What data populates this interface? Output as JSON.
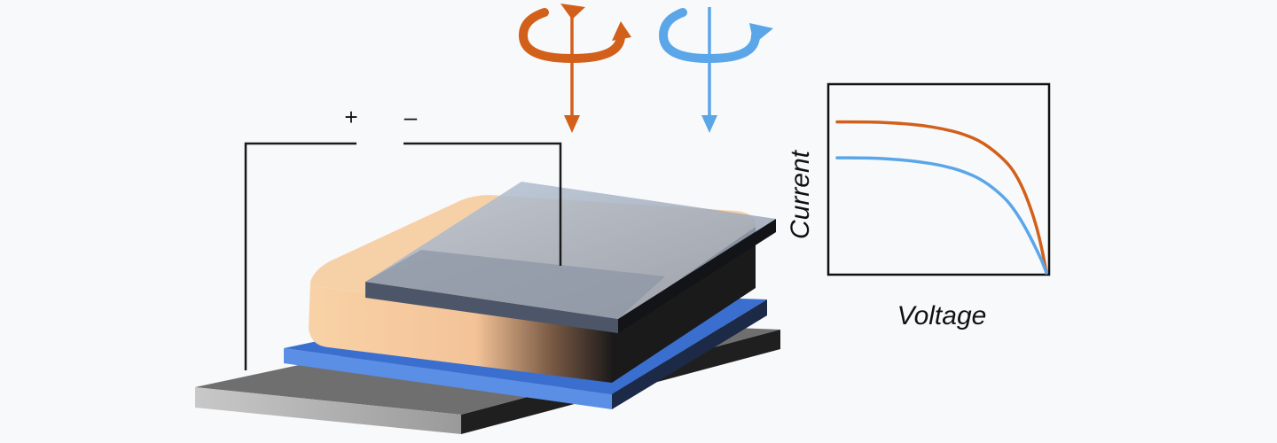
{
  "circuit": {
    "positive_symbol": "+",
    "negative_symbol": "–"
  },
  "light": {
    "left_color": "#d2601a",
    "right_color": "#5aa6e8",
    "left_rotation": "counterclockwise",
    "right_rotation": "clockwise"
  },
  "device": {
    "layers": [
      {
        "name": "substrate",
        "color": "#6f6f6f"
      },
      {
        "name": "bottom-electrode",
        "color": "#4f86dc"
      },
      {
        "name": "active-layer",
        "color": "#f5cfa5"
      },
      {
        "name": "top-glass",
        "color": "#8a94a6"
      },
      {
        "name": "top-electrode",
        "color": "#5d6678"
      }
    ]
  },
  "chart_data": {
    "type": "line",
    "title": "",
    "xlabel": "Voltage",
    "ylabel": "Current",
    "xlim": [
      0,
      1
    ],
    "ylim": [
      0,
      1
    ],
    "grid": false,
    "legend": "none",
    "x_ticks_shown": false,
    "y_ticks_shown": false,
    "series": [
      {
        "color": "#d2601a",
        "x": [
          0,
          0.1,
          0.2,
          0.3,
          0.4,
          0.5,
          0.6,
          0.7,
          0.8,
          0.85,
          0.9,
          0.95,
          0.98,
          1.0
        ],
        "y": [
          0.8,
          0.8,
          0.798,
          0.793,
          0.782,
          0.765,
          0.738,
          0.69,
          0.6,
          0.53,
          0.42,
          0.26,
          0.12,
          0.0
        ]
      },
      {
        "color": "#5aa6e8",
        "x": [
          0,
          0.1,
          0.2,
          0.3,
          0.4,
          0.5,
          0.6,
          0.7,
          0.8,
          0.85,
          0.9,
          0.95,
          0.98,
          1.0
        ],
        "y": [
          0.61,
          0.61,
          0.607,
          0.6,
          0.588,
          0.57,
          0.54,
          0.49,
          0.4,
          0.33,
          0.24,
          0.13,
          0.06,
          0.0
        ]
      }
    ]
  }
}
